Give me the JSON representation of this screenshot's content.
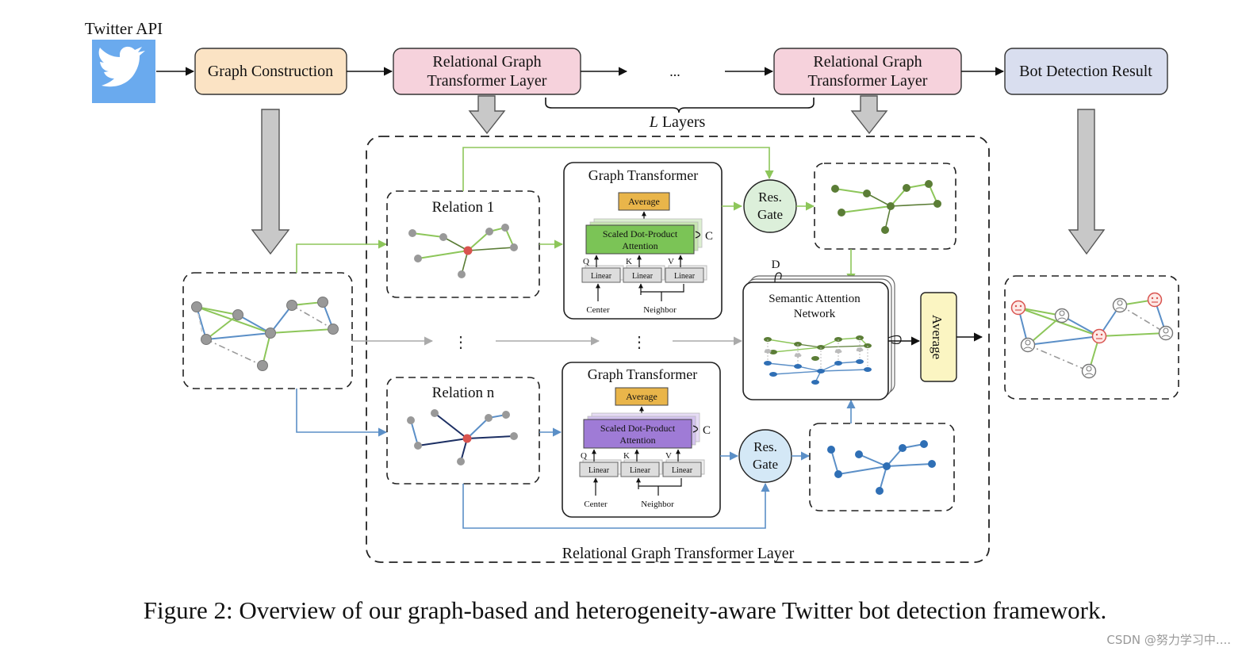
{
  "top_row": {
    "twitter_api_label": "Twitter API",
    "graph_construction": "Graph Construction",
    "rgt_layer_line1": "Relational Graph",
    "rgt_layer_line2": "Transformer Layer",
    "ellipsis": "...",
    "l_layers_var": "L",
    "l_layers_word": " Layers",
    "bot_detection_result": "Bot Detection Result"
  },
  "inner": {
    "relation_1": "Relation 1",
    "relation_n": "Relation n",
    "graph_transformer": "Graph Transformer",
    "average": "Average",
    "sdpa_line1": "Scaled Dot-Product",
    "sdpa_line2": "Attention",
    "c_label": "C",
    "q_label": "Q",
    "k_label": "K",
    "v_label": "V",
    "linear": "Linear",
    "center": "Center",
    "neighbor": "Neighbor",
    "res_gate_line1": "Res.",
    "res_gate_line2": "Gate",
    "d_label": "D",
    "semantic_line1": "Semantic Attention",
    "semantic_line2": "Network",
    "average_vertical": "Average",
    "vdots": "⋮",
    "frame_label": "Relational Graph Transformer Layer"
  },
  "caption": "Figure 2: Overview of our graph-based and heterogeneity-aware Twitter bot detection framework.",
  "watermark": "CSDN @努力学习中....",
  "colors": {
    "twitter_blue": "#6aaaee",
    "graph_construction_fill": "#fbe3c4",
    "rgt_fill": "#f6d2dc",
    "bot_result_fill": "#d9deef",
    "green_line": "#8dc65a",
    "green_node": "#5b7d36",
    "sdpa_green": "#7bc456",
    "sdpa_purple": "#9f7bd6",
    "average_fill": "#e9b54a",
    "res_gate_green": "#dcefda",
    "res_gate_blue": "#d4e8f6",
    "blue_line": "#5b8fc7",
    "blue_node": "#2f6fb5",
    "dark_blue_edge": "#1c2f63",
    "red_node": "#d9534f",
    "gray_node": "#999999",
    "gray_arrow": "#c8c8c8",
    "avg_vertical_fill": "#fbf5c2"
  }
}
